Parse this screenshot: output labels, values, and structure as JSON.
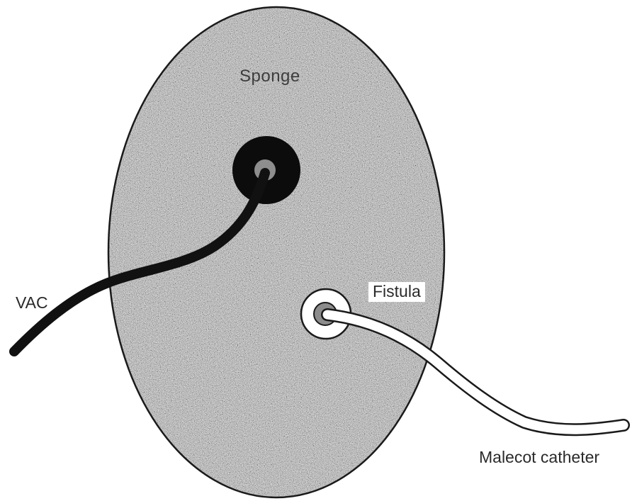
{
  "labels": {
    "sponge": "Sponge",
    "vac": "VAC",
    "fistula": "Fistula",
    "catheter": "Malecot catheter"
  },
  "colors": {
    "background": "#ffffff",
    "sponge_fill": "#9a9a9a",
    "outline": "#1a1a1a",
    "vac_tube": "#111111",
    "catheter_tube": "#ffffff"
  }
}
